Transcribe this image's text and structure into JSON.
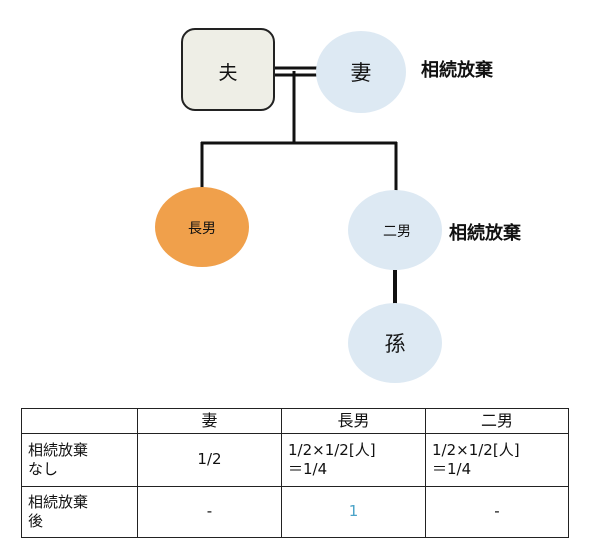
{
  "tree": {
    "husband": {
      "label": "夫"
    },
    "wife": {
      "label": "妻",
      "note": "相続放棄"
    },
    "eldest_son": {
      "label": "長男"
    },
    "second_son": {
      "label": "二男",
      "note": "相続放棄"
    },
    "grandchild": {
      "label": "孫"
    }
  },
  "colors": {
    "husband_fill": "#eeeee6",
    "person_fill": "#dde9f3",
    "heir_fill": "#f0a04b",
    "line": "#111111",
    "accent_value": "#4aa3c8"
  },
  "table": {
    "header": [
      "",
      "妻",
      "長男",
      "二男"
    ],
    "rows": [
      {
        "label": "相続放棄\nなし",
        "cells": [
          "1/2",
          "1/2×1/2[人]\n＝1/4",
          "1/2×1/2[人]\n＝1/4"
        ]
      },
      {
        "label": "相続放棄\n後",
        "cells": [
          "-",
          "1",
          "-"
        ]
      }
    ]
  }
}
